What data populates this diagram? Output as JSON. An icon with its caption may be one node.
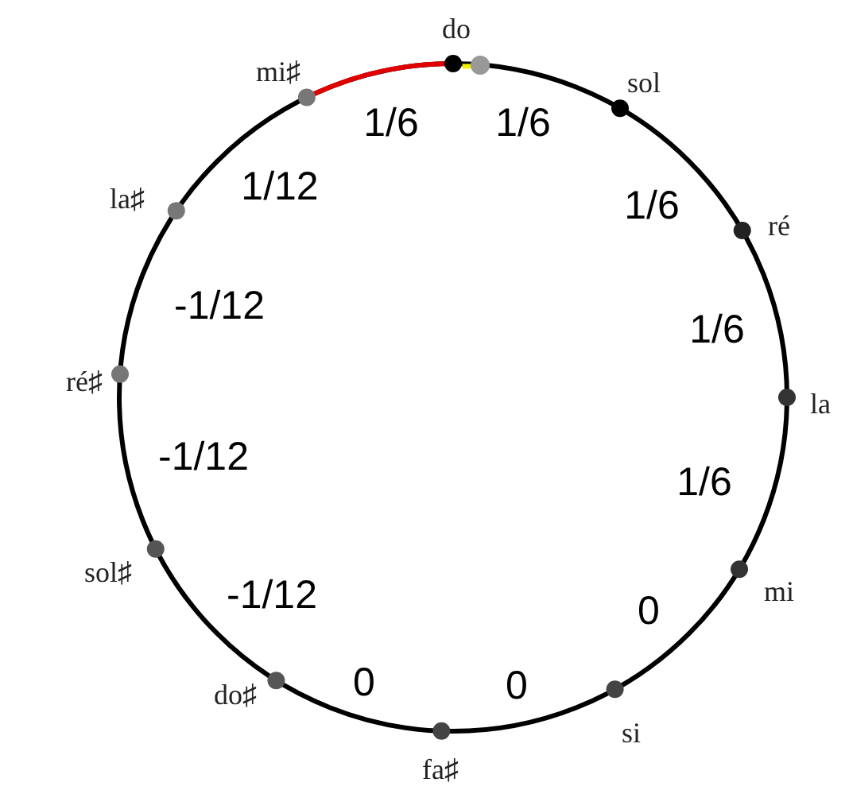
{
  "diagram": {
    "nodes": [
      {
        "text": [
          "do"
        ]
      },
      {
        "text": [],
        "shape": "circle"
      },
      {
        "text": [
          "sol"
        ]
      },
      {
        "text": [
          "ré"
        ]
      },
      {
        "text": [
          "la"
        ]
      },
      {
        "text": [
          "mi"
        ]
      },
      {
        "text": [
          "si"
        ]
      },
      {
        "text": [
          "fa♯"
        ]
      },
      {
        "text": [
          "do♯"
        ]
      },
      {
        "text": [
          "sol♯"
        ]
      },
      {
        "text": [
          "ré♯"
        ]
      },
      {
        "text": [
          "la♯"
        ]
      },
      {
        "text": [
          "mi♯"
        ]
      }
    ],
    "labels": [
      "1/6",
      "1/6",
      "1/12",
      "1/6",
      "-1/12",
      "1/6",
      "-1/12",
      "1/6",
      "-1/12",
      "0",
      "0",
      "0"
    ]
  }
}
